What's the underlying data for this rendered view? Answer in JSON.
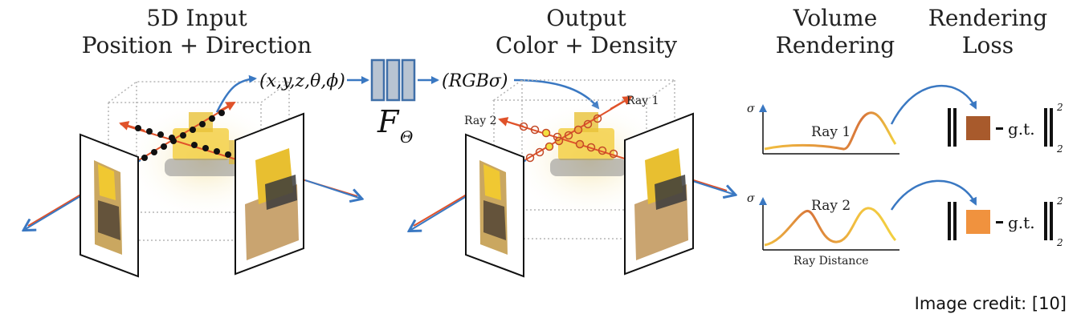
{
  "headers": {
    "input": [
      "5D Input",
      "Position + Direction"
    ],
    "output": [
      "Output",
      "Color + Density"
    ],
    "volume": [
      "Volume",
      "Rendering"
    ],
    "loss": [
      "Rendering",
      "Loss"
    ]
  },
  "labels": {
    "input_tuple": "(x,y,z,θ,ϕ)",
    "network": "F",
    "network_sub": "Θ",
    "output_tuple": "(RGBσ)",
    "ray1": "Ray 1",
    "ray2": "Ray 2",
    "sigma": "σ",
    "ray_distance": "Ray Distance",
    "gt": "g.t.",
    "norm_sup": "2",
    "norm_sub": "2"
  },
  "colors": {
    "ray": "#e0522a",
    "arrow_blue": "#3a78c2",
    "network_fill": "#b8c4d2",
    "network_stroke": "#3f6fa8",
    "swatch_ray1": "#a85a2c",
    "swatch_ray2": "#f0923e",
    "curve_start": "#f2c040",
    "curve_end": "#d8763a"
  },
  "credit": "Image credit: [10]"
}
